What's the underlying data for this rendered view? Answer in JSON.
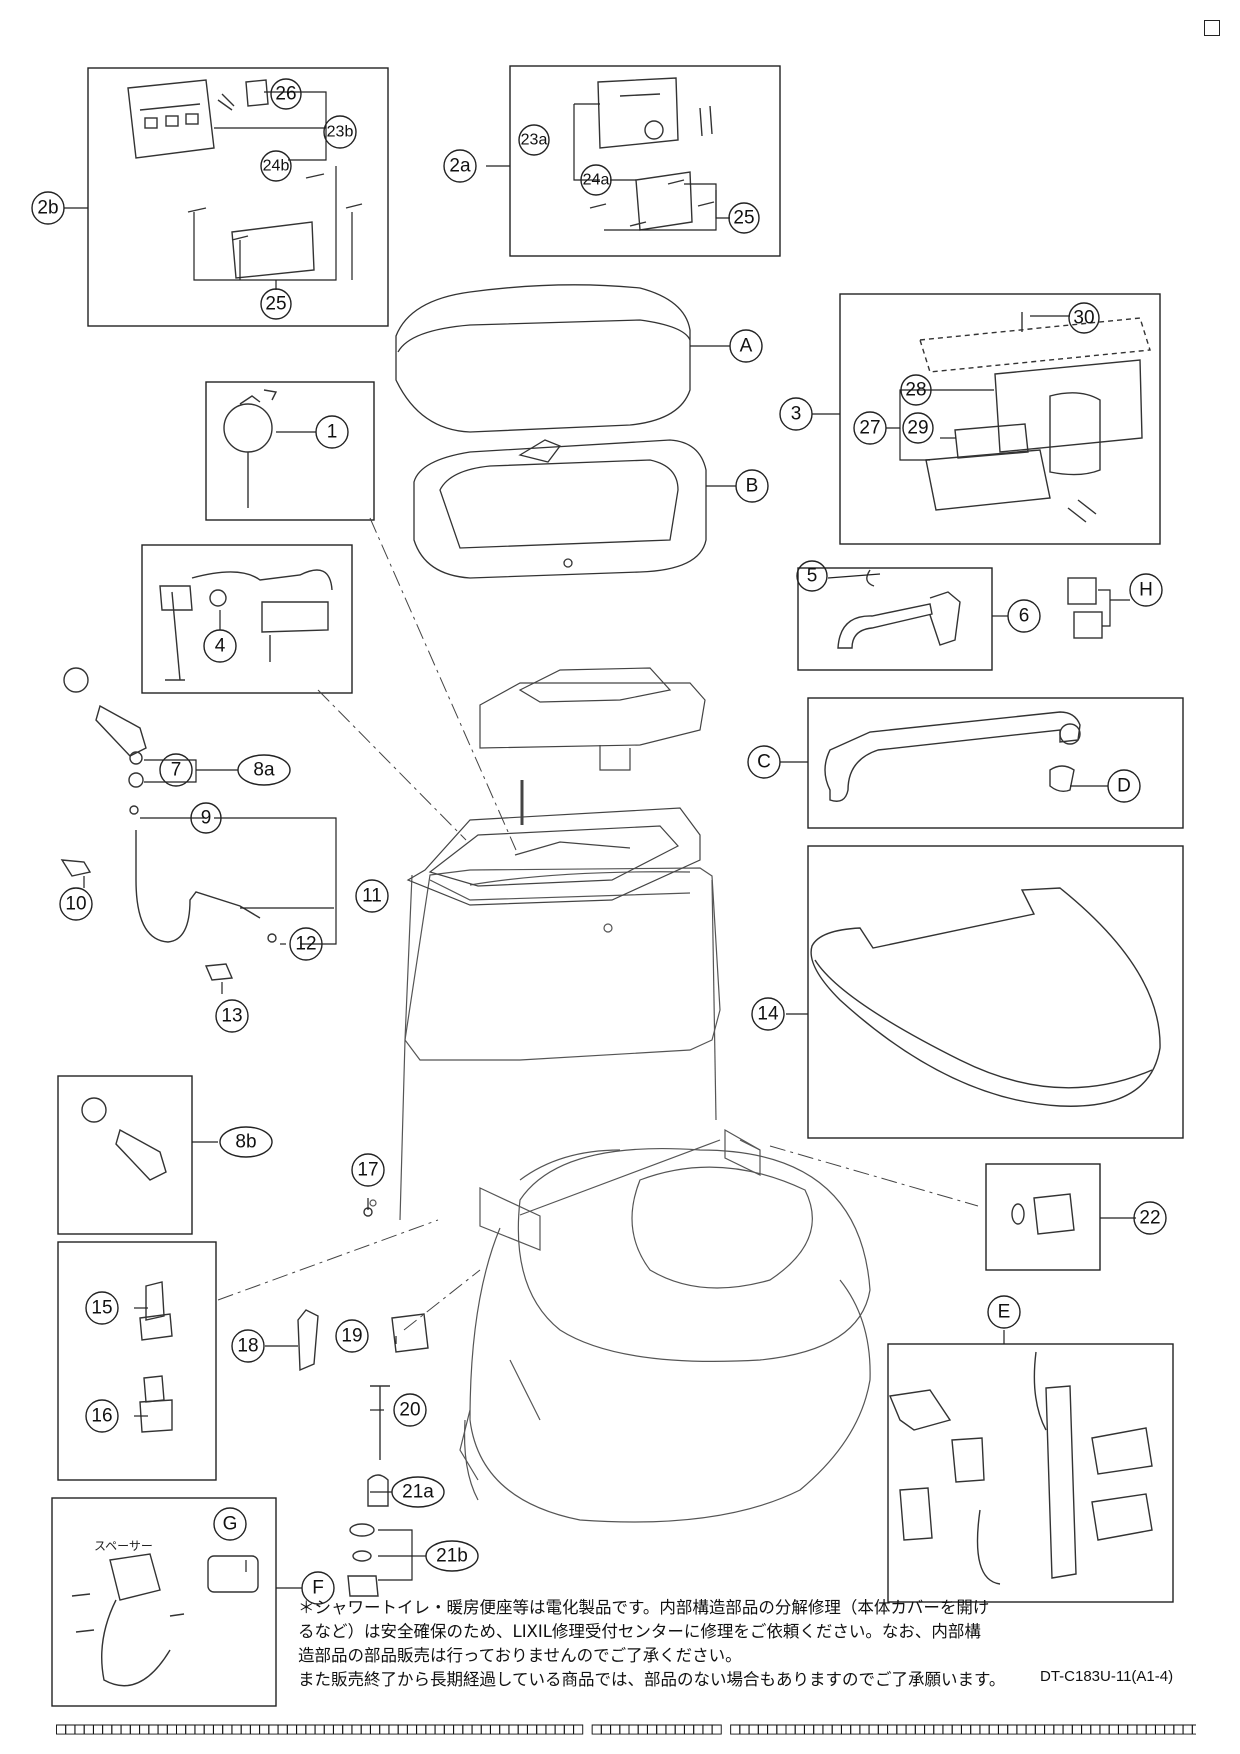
{
  "parts": {
    "p1": "1",
    "p2a": "2a",
    "p2b": "2b",
    "p3": "3",
    "p4": "4",
    "p5": "5",
    "p6": "6",
    "p7": "7",
    "p8a": "8a",
    "p8b": "8b",
    "p9": "9",
    "p10": "10",
    "p11": "11",
    "p12": "12",
    "p13": "13",
    "p14": "14",
    "p15": "15",
    "p16": "16",
    "p17": "17",
    "p18": "18",
    "p19": "19",
    "p20": "20",
    "p21a": "21a",
    "p21b": "21b",
    "p22": "22",
    "p23a": "23a",
    "p23b": "23b",
    "p24a": "24a",
    "p24b": "24b",
    "p25a": "25",
    "p25b": "25",
    "p26": "26",
    "p27": "27",
    "p28": "28",
    "p29": "29",
    "p30": "30",
    "A": "A",
    "B": "B",
    "C": "C",
    "D": "D",
    "E": "E",
    "F": "F",
    "G": "G",
    "H": "H"
  },
  "spacer_label": "スペーサー",
  "note_lines": [
    "＊シャワートイレ・暖房便座等は電化製品です。内部構造部品の分解修理（本体カバーを開け",
    "るなど）は安全確保のため、LIXIL修理受付センターに修理をご依頼ください。なお、内部構",
    "造部品の部品販売は行っておりませんのでご了承ください。",
    "また販売終了から長期経過している商品では、部品のない場合もありますのでご了承願います。"
  ],
  "doc_code": "DT-C183U-11(A1-4)",
  "footer_text": "□□□□□□□□□□□□□□□□□□□□□□□□□□□□□□□□□□□□□□□□□□□□□□□□□□□□□□□□□ □□□□□□□□□□□□□□ □□□□□□□□□□□□□□□□□□□□□□□□□□□□□□□□□□□□□□□□□□□□□□□□□□□□□□□□□□□□□□□□□□"
}
